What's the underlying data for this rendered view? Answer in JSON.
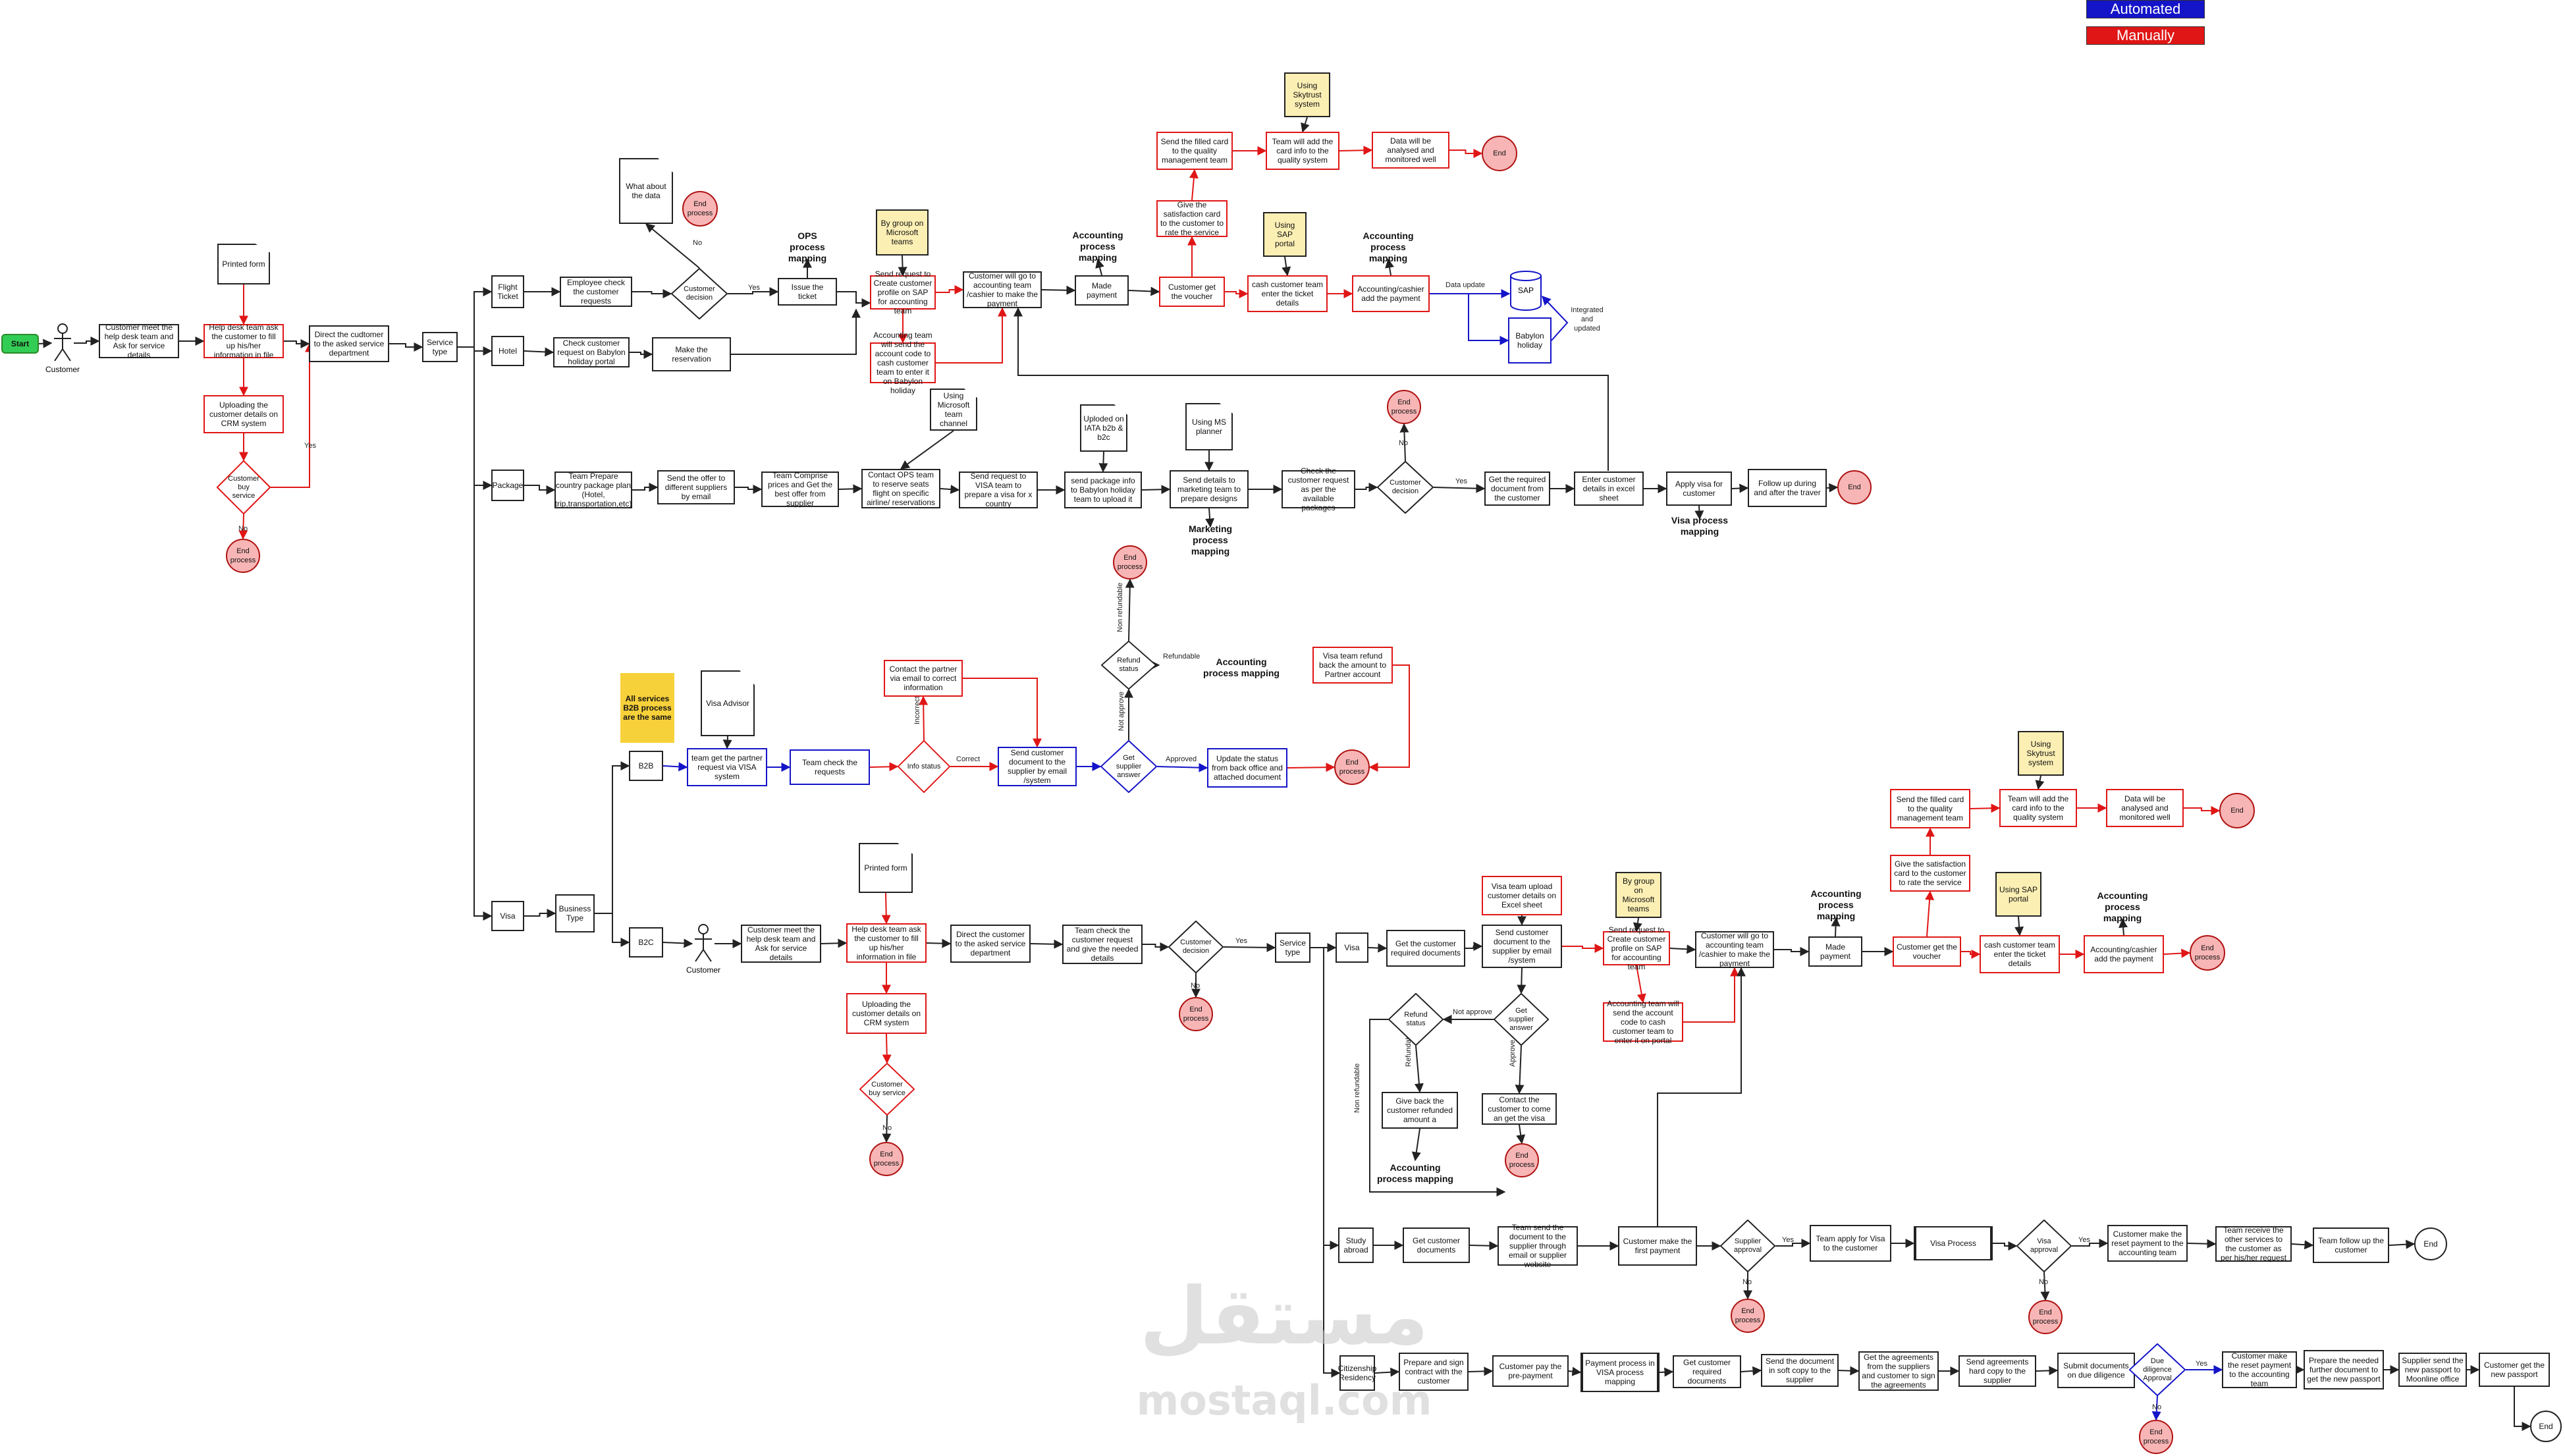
{
  "legend": {
    "automated": "Automated",
    "manually": "Manually",
    "automated_color": "#1414c8",
    "manually_color": "#e01616"
  },
  "watermark": {
    "arabic": "مستقل",
    "latin": "mostaql.com"
  },
  "nodes": {
    "start": "Start",
    "customer_actor": "Customer",
    "meet_help_desk": "Customer meet the help desk team and Ask for service details",
    "printed_form": "Printed form",
    "help_desk_fill": "Help desk team ask the customer to fill up his/her information in file",
    "upload_crm": "Uploading the customer details on CRM system",
    "customer_buy": "Customer buy service",
    "end_top_left": "End process",
    "direct_customer": "Direct the cudtomer to the asked service department",
    "service_type": "Service type",
    "flight_ticket": "Flight Ticket",
    "hotel": "Hotel",
    "package": "Package",
    "visa": "Visa",
    "employee_check": "Employee check the customer requests",
    "what_about_data": "What about the data",
    "end_flight_decision": "End process",
    "customer_decision_flight": "Customer decision",
    "issue_ticket": "Issue the ticket",
    "ops_mapping": "OPS process mapping",
    "check_babylon": "Check customer request on Babylon holiday portal",
    "make_reservation": "Make the reservation",
    "by_group_teams": "By group on Microsoft teams",
    "send_request_sap": "Send request to Create customer profile on SAP for accounting team",
    "accounting_send_code": "Accounting team will send the account code to cash customer team to enter it on Babylon holiday",
    "go_to_accounting": "Customer will go to accounting team /cashier to make the payment",
    "acc_mapping_1": "Accounting process mapping",
    "made_payment": "Made payment",
    "customer_voucher": "Customer get the voucher",
    "satisfaction_card": "Give the satisfaction card to the customer to rate the service",
    "send_filled_card": "Send the filled card to the quality management team",
    "using_skytrust": "Using Skytrust system",
    "team_add_card": "Team will add the card info to the quality system",
    "data_analysed": "Data will be analysed and monitored well",
    "end_quality_top": "End",
    "using_sap_portal": "Using SAP portal",
    "cash_team_details": "cash customer team enter the ticket details",
    "acc_mapping_2": "Accounting process mapping",
    "accounting_cashier": "Accounting/cashier add the payment",
    "data_update": "Data update",
    "sap": "SAP",
    "babylon_holiday": "Babylon holiday",
    "integrated": "Integrated and updated",
    "team_prepare_package": "Team Prepare country package plan (Hotel, trip,transportation,etc)",
    "send_offer_suppliers": "Send the offer to different suppliers by email",
    "team_compare": "Team Comprise prices and Get the best offer from supplier",
    "using_teams_pkg": "Using Microsoft team channel",
    "contact_ops": "Contact OPS team to reserve seats flight on specific airline/ reservations",
    "send_visa_team": "Send request to VISA team to prepare a visa for x country",
    "upload_iata": "Uploded on IATA b2b & b2c",
    "send_package_babylon": "send package info to Babylon holiday team to upload it",
    "using_ms_planner": "Using MS planner",
    "send_marketing": "Send details to marketing team to prepare designs",
    "marketing_mapping": "Marketing process mapping",
    "check_request_pkg": "Check the customer request as per the available packages",
    "end_pkg_top": "End process",
    "customer_decision_pkg": "Customer decision",
    "get_documents_pkg": "Get the required document from the customer",
    "enter_excel": "Enter customer details in excel sheet",
    "apply_visa": "Apply visa for customer",
    "visa_mapping": "Visa process mapping",
    "follow_up": "Follow up during and after the traver",
    "end_pkg": "End",
    "all_services_b2b": "All services B2B process are the same",
    "visa_advisor": "Visa Advisor",
    "b2b": "B2B",
    "team_partner_request": "team get the partner request via VISA system",
    "team_check_requests": "Team check the requests",
    "info_status": "Info status",
    "contact_partner": "Contact the partner via email to correct information",
    "send_document_supplier": "Send customer document to the supplier by email /system",
    "end_refund_top": "End process",
    "refund_status_b2b": "Refund status",
    "acc_mapping_refund": "Accounting process mapping",
    "visa_refund": "Visa team refund back the amount to Partner account",
    "supplier_answer_b2b": "Get supplier answer",
    "update_status": "Update the status from back office and attached document",
    "end_b2b": "End process",
    "business_type": "Business Type",
    "b2c": "B2C",
    "customer_b2c": "Customer",
    "meet_help_desk_b2c": "Customer meet the help desk team and Ask for service details",
    "printed_form_b2c": "Printed form",
    "help_desk_fill_b2c": "Help desk team ask the customer to fill up his/her information in file",
    "upload_crm_b2c": "Uploading the customer details on CRM system",
    "customer_buy_b2c": "Customer buy service",
    "end_b2c_left": "End process",
    "direct_customer_b2c": "Direct the customer to the asked service department",
    "team_check_b2c": "Team check the customer request and give the needed details",
    "customer_decision_b2c": "Customer decision",
    "end_b2c_decision": "End process",
    "service_type_b2c": "Service type",
    "visa_b2c": "Visa",
    "get_required_docs": "Get the customer required documents",
    "visa_upload_excel": "Visa team upload customer details on Excel sheet",
    "send_docs_b2c": "Send customer document to the supplier by email /system",
    "by_group_teams_b2c": "By group on Microsoft teams",
    "send_request_sap_b2c": "Send request to Create customer profile on SAP for accounting team",
    "accounting_code_b2c": "Accounting team will send the account code to cash customer team to enter it on portal",
    "go_accounting_b2c": "Customer will go to accounting team /cashier to make the payment",
    "acc_mapping_b2c": "Accounting process mapping",
    "made_payment_b2c": "Made payment",
    "customer_voucher_b2c": "Customer get the voucher",
    "satisfaction_b2c": "Give the satisfaction card to the customer to rate the service",
    "send_card_b2c": "Send the filled card to the quality management team",
    "using_skytrust_b2c": "Using Skytrust system",
    "team_add_card_b2c": "Team will add the card info to the quality system",
    "data_analysed_b2c": "Data will be analysed and monitored well",
    "end_quality_b2c": "End",
    "using_sap_b2c": "Using SAP portal",
    "cash_team_b2c": "cash customer team enter the ticket details",
    "acc_mapping_b2c_2": "Accounting process mapping",
    "accounting_cashier_b2c": "Accounting/cashier add the payment",
    "end_b2c_payment": "End process",
    "refund_status_b2c": "Refund status",
    "supplier_answer_b2c": "Get supplier answer",
    "customer_refunded": "Give back the customer refunded amount a",
    "contact_customer_visa": "Contact the customer to come an get the visa",
    "acc_mapping_refund_b2c": "Accounting process mapping",
    "end_refund_b2c": "End process",
    "study_abroad": "Study abroad",
    "get_docs_study": "Get customer documents",
    "team_send_docs_study": "Team send the document to the supplier through email or supplier website",
    "first_payment": "Customer make the first payment",
    "supplier_approval": "Supplier approval",
    "end_supplier": "End process",
    "team_apply_visa": "Team apply for Visa to the customer",
    "visa_process": "Visa Process",
    "visa_approval": "Visa approval",
    "end_visa_approval": "End process",
    "reset_payment": "Customer make the reset payment to the accounting team",
    "team_receive_services": "Team receive the other services to the customer as per his/her request",
    "team_follow_up": "Team follow up the customer",
    "end_study": "End",
    "citizenship": "Citizenship Residency",
    "prepare_contract": "Prepare and sign contract with the customer",
    "pre_payment": "Customer pay the pre-payment",
    "payment_visa_mapping": "Payment process in VISA process mapping",
    "get_docs_citizen": "Get customer required documents",
    "send_soft_copy": "Send the document in soft copy to the supplier",
    "get_agreements": "Get the agreements from the suppliers and customer to sign the agreements",
    "send_hard_copy": "Send agreements hard copy to the supplier",
    "submit_due": "Submit documents on due diligence",
    "due_diligence": "Due diligence Approval",
    "end_due": "End process",
    "reset_payment_citizen": "Customer make the reset payment to the accounting team",
    "prepare_document": "Prepare the needed further document to get the new passport",
    "supplier_passport": "Supplier send the new passport to Moonline office",
    "customer_passport": "Customer get the new passport",
    "end_citizen": "End"
  },
  "edge_labels": {
    "yes": "Yes",
    "no": "No",
    "correct": "Correct",
    "incorrect": "Incorrect",
    "refundable": "Refundable",
    "non_refundable": "Non refundable",
    "not_approve": "Not approve",
    "approved": "Approved",
    "approve": "Approve"
  }
}
